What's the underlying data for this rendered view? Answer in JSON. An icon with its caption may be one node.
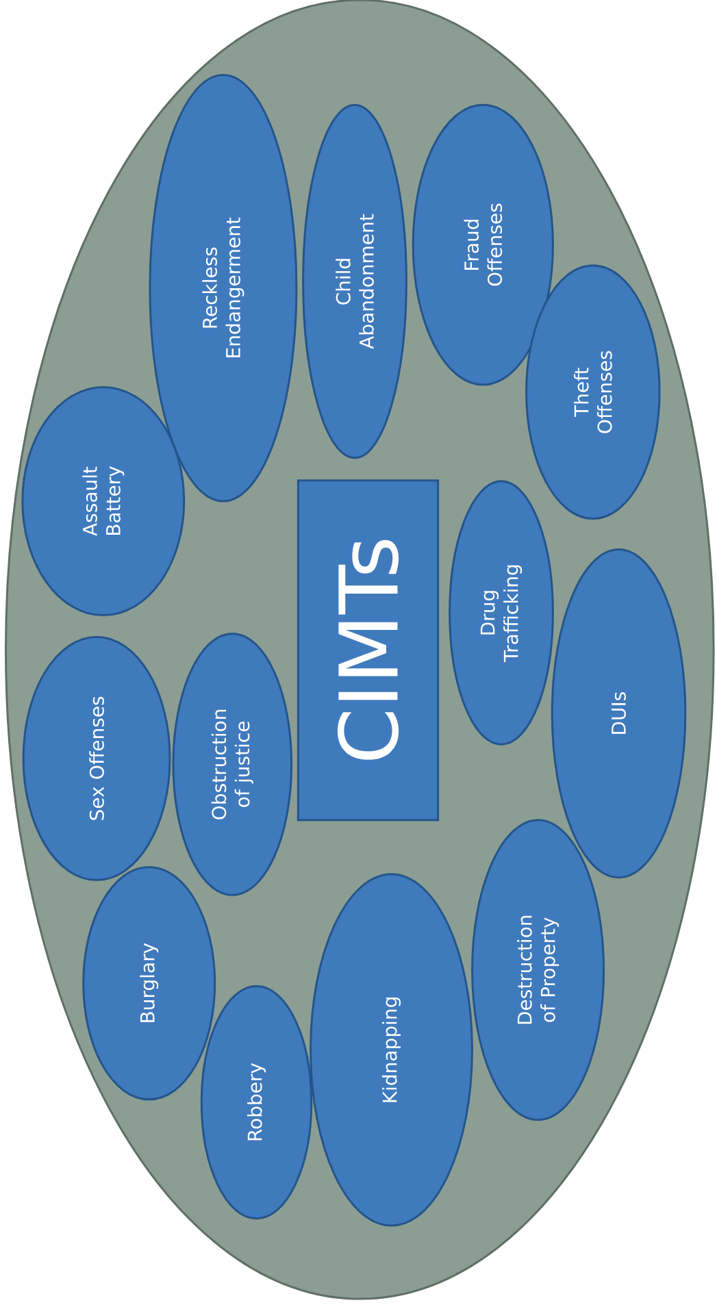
{
  "diagram": {
    "nodes": [
      {
        "text": [],
        "shape": "ellipse"
      },
      {
        "text": [
          "Reckless Endangerment"
        ],
        "in": 0
      },
      {
        "text": [
          "Child Abandonment"
        ],
        "in": 0
      },
      {
        "text": [
          "Fraud Offenses"
        ],
        "in": 0
      },
      {
        "text": [
          "Theft Offenses"
        ],
        "in": 0
      },
      {
        "text": [
          "Assault Battery"
        ],
        "in": 0
      },
      {
        "text": [
          "CIMTs"
        ],
        "in": 0
      },
      {
        "text": [
          "Drug Trafficking"
        ],
        "in": 0
      },
      {
        "text": [
          "DUIs"
        ],
        "in": 0
      },
      {
        "text": [
          "Sex Offenses"
        ],
        "in": 0
      },
      {
        "text": [
          "Obstruction of justice"
        ],
        "in": 0
      },
      {
        "text": [
          "Burglary"
        ],
        "in": 0
      },
      {
        "text": [
          "Robbery"
        ],
        "in": 0
      },
      {
        "text": [
          "Kidnapping"
        ],
        "in": 0
      },
      {
        "text": [
          "Destruction of Property"
        ],
        "in": 0
      }
    ],
    "edges": []
  }
}
